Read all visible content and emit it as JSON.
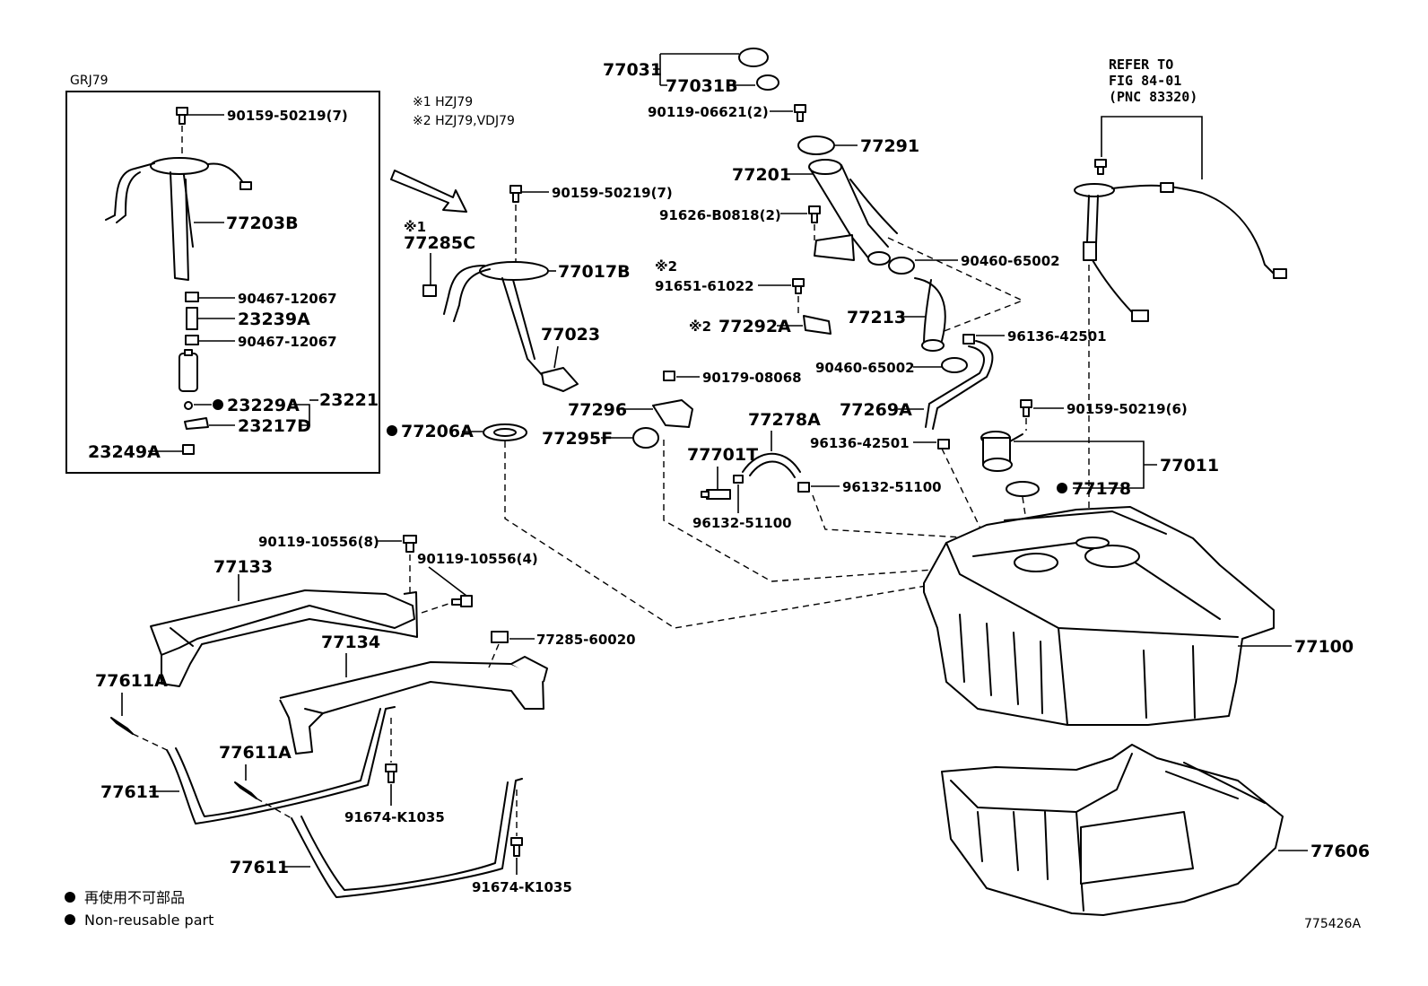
{
  "diagram": {
    "id": "775426A",
    "group_label": "GRJ79",
    "notes": {
      "n1": "※1 HZJ79",
      "n2": "※2 HZJ79,VDJ79"
    },
    "refer": {
      "line1": "REFER TO",
      "line2": "FIG 84-01",
      "line3": "(PNC 83320)"
    },
    "legend": {
      "jp": "再使用不可部品",
      "en": "Non-reusable part"
    },
    "labels": {
      "p90159_50219_7a": "90159-50219(7)",
      "p77203B": "77203B",
      "p90467_12067a": "90467-12067",
      "p23239A": "23239A",
      "p90467_12067b": "90467-12067",
      "p23229A": "23229A",
      "p23221": "23221",
      "p23217D": "23217D",
      "p23249A": "23249A",
      "m1": "※1",
      "p77285C": "77285C",
      "p90159_50219_7b": "90159-50219(7)",
      "p77017B": "77017B",
      "p77023": "77023",
      "p77206A": "77206A",
      "p77031": "77031",
      "p77031B": "77031B",
      "p90119_06621": "90119-06621(2)",
      "p77291": "77291",
      "p77201": "77201",
      "p91626": "91626-B0818(2)",
      "m2": "※2",
      "p91651": "91651-61022",
      "p77292A": "77292A",
      "m2b": "※2",
      "p90460_a": "90460-65002",
      "p77213": "77213",
      "p96136_a": "96136-42501",
      "p90460_b": "90460-65002",
      "p90179": "90179-08068",
      "p77296": "77296",
      "p77295F": "77295F",
      "p77278A": "77278A",
      "p77269A": "77269A",
      "p96136_b": "96136-42501",
      "p77701T": "77701T",
      "p96132_a": "96132-51100",
      "p96132_b": "96132-51100",
      "p90159_50219_6": "90159-50219(6)",
      "p77011": "77011",
      "p77178": "77178",
      "p90119_10556_8": "90119-10556(8)",
      "p90119_10556_4": "90119-10556(4)",
      "p77133": "77133",
      "p77134": "77134",
      "p77285_60020": "77285-60020",
      "p77611A_a": "77611A",
      "p77611A_b": "77611A",
      "p77611_a": "77611",
      "p77611_b": "77611",
      "p91674_a": "91674-K1035",
      "p91674_b": "91674-K1035",
      "p77100": "77100",
      "p77606": "77606"
    }
  }
}
